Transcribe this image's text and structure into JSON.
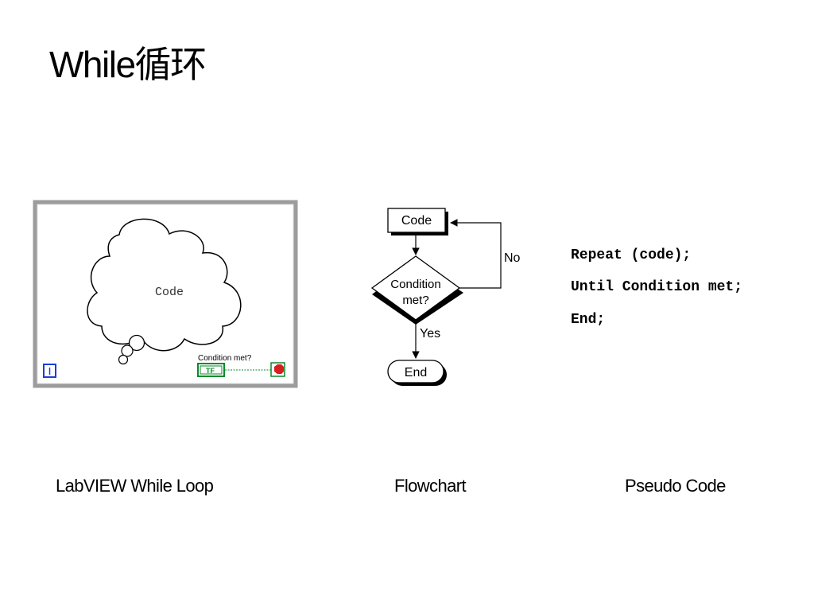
{
  "slide": {
    "title": "While循环"
  },
  "labview": {
    "code_label": "Code",
    "condition_label": "Condition met?",
    "terminal_text": "TF",
    "iteration_icon": "iteration-terminal-icon",
    "stop_icon": "stop-terminal-icon"
  },
  "flowchart": {
    "code_box": "Code",
    "condition_line1": "Condition",
    "condition_line2": "met?",
    "no_label": "No",
    "yes_label": "Yes",
    "end_label": "End"
  },
  "pseudo": {
    "lines": [
      "Repeat (code);",
      "Until Condition met;",
      "End;"
    ]
  },
  "captions": {
    "labview": "LabVIEW While Loop",
    "flowchart": "Flowchart",
    "pseudo": "Pseudo Code"
  },
  "colors": {
    "terminal_green": "#0a8a2a",
    "stop_red": "#d81e1e",
    "iteration_blue": "#1a3fd6"
  }
}
